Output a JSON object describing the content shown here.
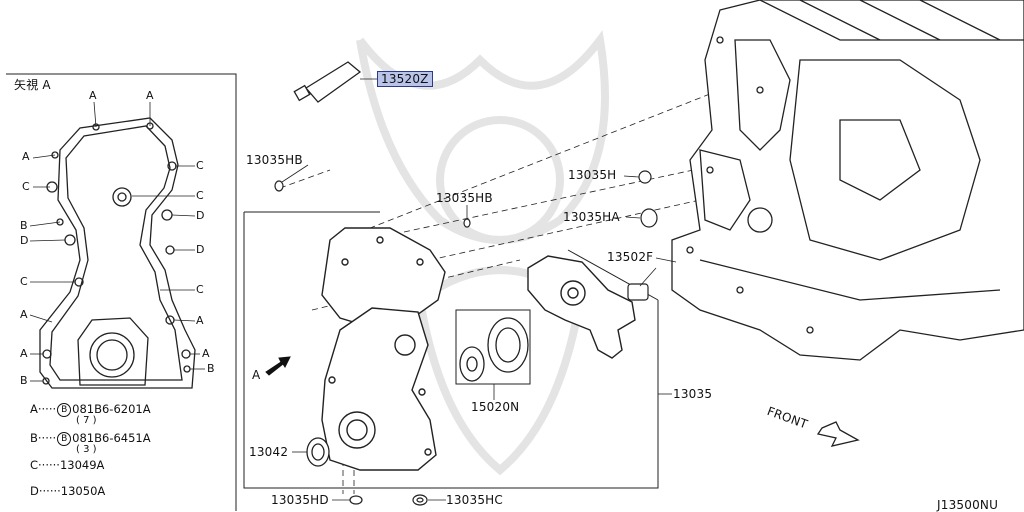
{
  "view_title": "矢視 A",
  "front_label": "FRONT",
  "diagram_code": "J13500NU",
  "view_arrow_label": "A",
  "parts": {
    "p13520Z": "13520Z",
    "p13035HB_a": "13035HB",
    "p13035HB_b": "13035HB",
    "p13035H": "13035H",
    "p13035HA": "13035HA",
    "p13502F": "13502F",
    "p15020N": "15020N",
    "p13035": "13035",
    "p13042": "13042",
    "p13035HD": "13035HD",
    "p13035HC": "13035HC"
  },
  "bolt_marks": [
    "A",
    "A",
    "A",
    "C",
    "C",
    "C",
    "B",
    "D",
    "D",
    "D",
    "C",
    "C",
    "A",
    "A",
    "A",
    "A",
    "B",
    "B"
  ],
  "legend": [
    {
      "key": "A",
      "circle": "B",
      "code": "081B6-6201A",
      "qty": "( 7 )"
    },
    {
      "key": "B",
      "circle": "B",
      "code": "081B6-6451A",
      "qty": "( 3 )"
    },
    {
      "key": "C",
      "circle": "",
      "code": "13049A",
      "qty": ""
    },
    {
      "key": "D",
      "circle": "",
      "code": "13050A",
      "qty": ""
    }
  ]
}
